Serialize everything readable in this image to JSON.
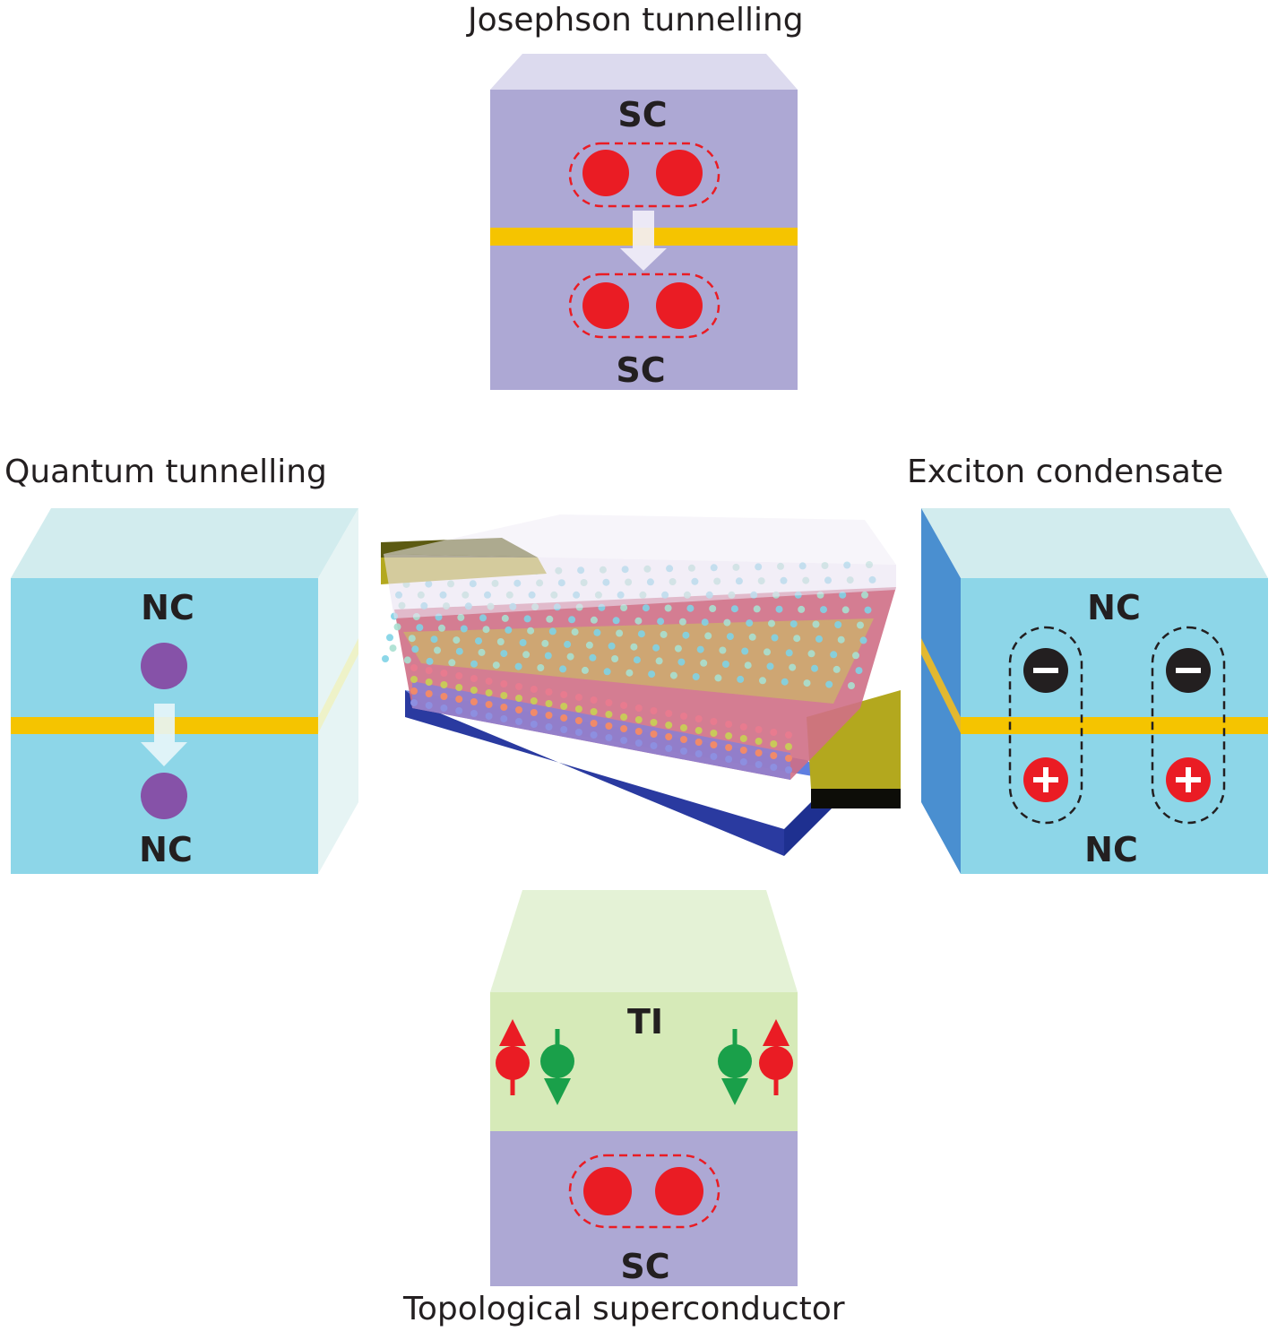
{
  "captions": {
    "top": "Josephson tunnelling",
    "left": "Quantum tunnelling",
    "right": "Exciton condensate",
    "bottom": "Topological superconductor"
  },
  "labels": {
    "josephson_upper": "SC",
    "josephson_lower": "SC",
    "quantum_upper": "NC",
    "quantum_lower": "NC",
    "exciton_upper": "NC",
    "exciton_lower": "NC",
    "topological_upper": "TI",
    "topological_lower": "SC"
  },
  "colors": {
    "superconductor_block": "#ada8d4",
    "normal_conductor_block": "#8dd6e8",
    "topological_insulator_block": "#d6eab8",
    "barrier": "#f5c400",
    "cooper_electron": "#ea1c24",
    "spin_down_electron": "#1aa04a",
    "quasiparticle": "#8652a8",
    "hole": "#231f20"
  }
}
